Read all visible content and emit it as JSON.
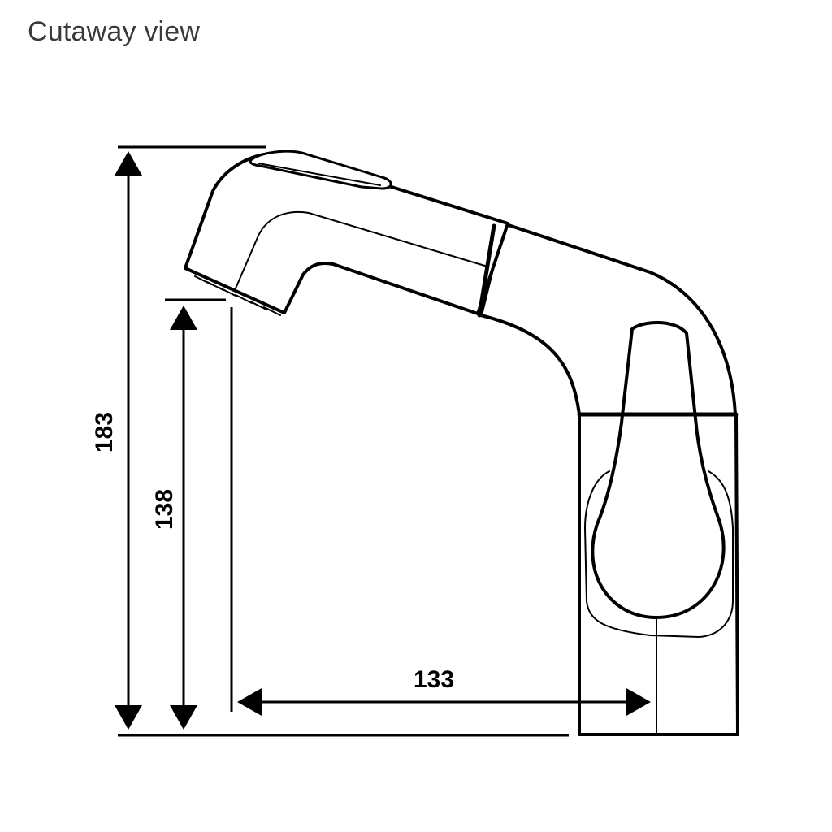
{
  "title": "Cutaway view",
  "dimensions": {
    "overall_height": "183",
    "spout_height": "138",
    "spout_reach": "133"
  },
  "colors": {
    "line": "#000000",
    "background": "#ffffff",
    "title": "#3a3a3a"
  }
}
